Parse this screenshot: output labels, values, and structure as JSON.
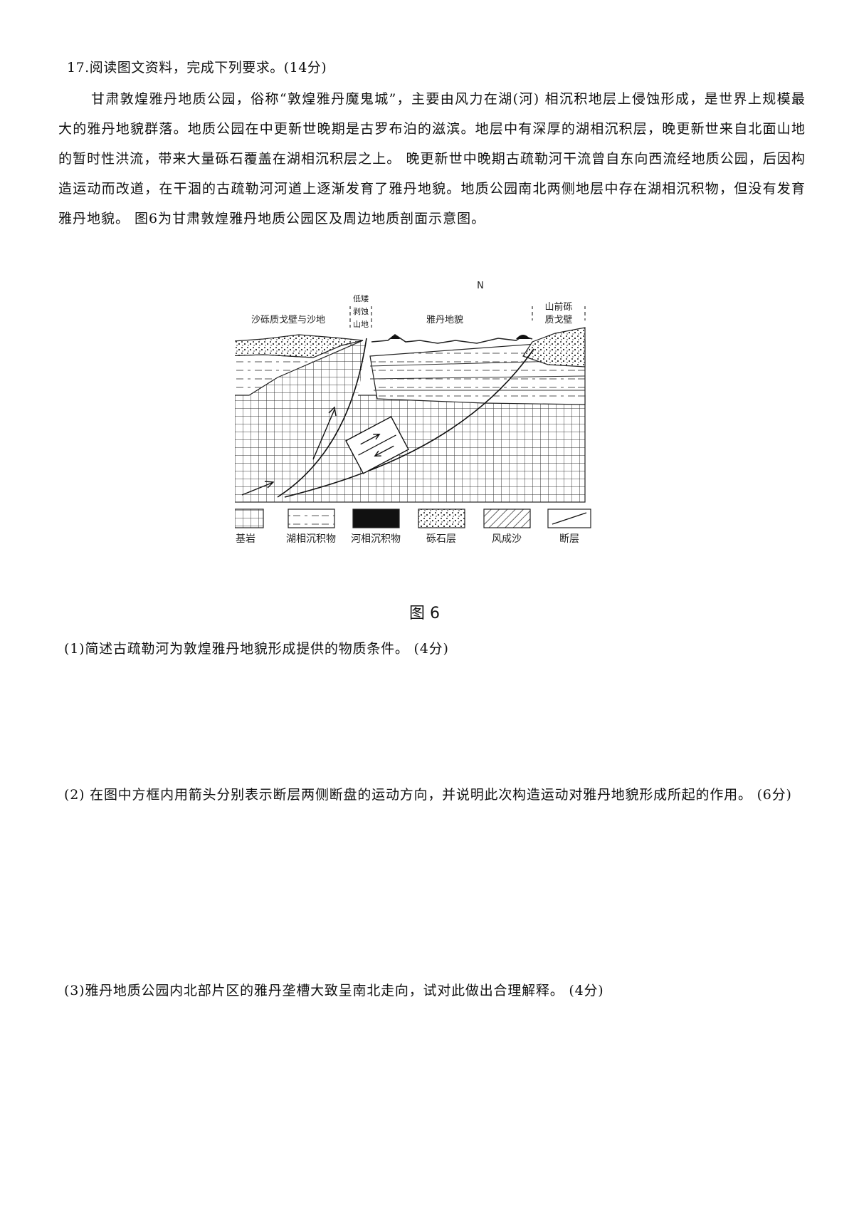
{
  "question": {
    "title": "17.阅读图文资料，完成下列要求。(14分)",
    "paragraph": "甘肃敦煌雅丹地质公园，俗称“敦煌雅丹魔鬼城”，主要由风力在湖(河) 相沉积地层上侵蚀形成，是世界上规模最大的雅丹地貌群落。地质公园在中更新世晚期是古罗布泊的滋滨。地层中有深厚的湖相沉积层，晚更新世来自北面山地的暂时性洪流，带来大量砾石覆盖在湖相沉积层之上。 晚更新世中晚期古疏勒河干流曾自东向西流经地质公园，后因构造运动而改道，在干涸的古疏勒河河道上逐渐发育了雅丹地貌。地质公园南北两侧地层中存在湖相沉积物，但没有发育雅丹地貌。 图6为甘肃敦煌雅丹地质公园区及周边地质剖面示意图。"
  },
  "figure": {
    "north_label": "N",
    "zones": {
      "left": "沙砾质戈壁与沙地",
      "middle_top": "低矮",
      "middle_mid": "剥蚀",
      "middle_bot": "山地",
      "center": "雅丹地貌",
      "right_top": "山前砾",
      "right_bot": "质戈壁"
    },
    "legend": [
      {
        "label": "基岩"
      },
      {
        "label": "湖相沉积物"
      },
      {
        "label": "河相沉积物"
      },
      {
        "label": "砾石层"
      },
      {
        "label": "风成沙"
      },
      {
        "label": "断层"
      }
    ],
    "caption": "图 6"
  },
  "subquestions": [
    {
      "text": "(1)简述古疏勒河为敦煌雅丹地貌形成提供的物质条件。  (4分)"
    },
    {
      "text": "(2) 在图中方框内用箭头分别表示断层两侧断盘的运动方向，并说明此次构造运动对雅丹地貌形成所起的作用。  (6分)"
    },
    {
      "text": "(3)雅丹地质公园内北部片区的雅丹垄槽大致呈南北走向，试对此做出合理解释。 (4分)"
    }
  ],
  "colors": {
    "ink": "#111111",
    "paper": "#ffffff"
  }
}
